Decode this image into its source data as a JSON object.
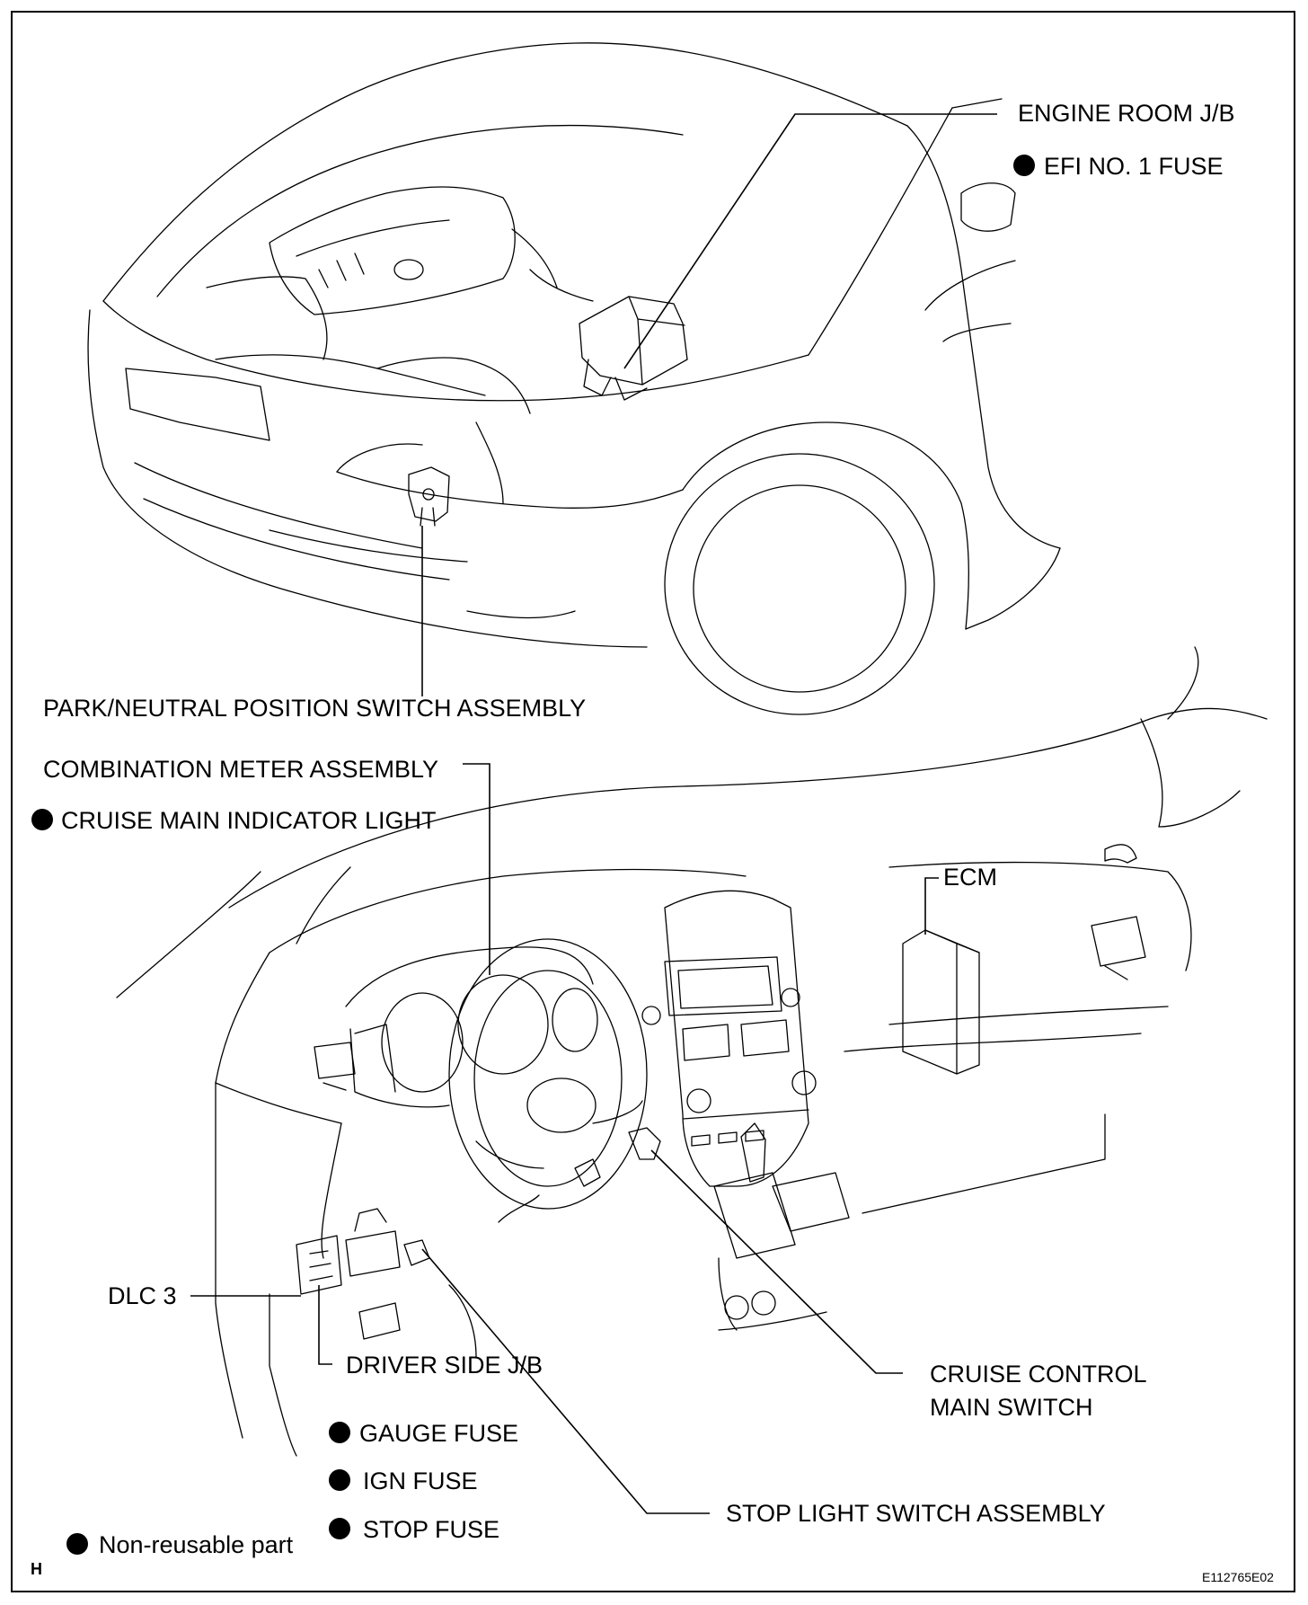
{
  "labels": {
    "engine_room_jb": "ENGINE ROOM J/B",
    "efi_fuse": "EFI NO. 1 FUSE",
    "park_neutral": "PARK/NEUTRAL POSITION SWITCH ASSEMBLY",
    "combination_meter": "COMBINATION METER ASSEMBLY",
    "cruise_indicator": "CRUISE MAIN INDICATOR LIGHT",
    "ecm": "ECM",
    "dlc3": "DLC 3",
    "cruise_switch_line1": "CRUISE CONTROL",
    "cruise_switch_line2": "MAIN SWITCH",
    "driver_side_jb": "DRIVER SIDE J/B",
    "gauge_fuse": "GAUGE FUSE",
    "ign_fuse": "IGN FUSE",
    "stop_fuse": "STOP FUSE",
    "stop_light_switch": "STOP LIGHT SWITCH ASSEMBLY",
    "legend_nonreusable": "Non-reusable part",
    "corner_mark": "H",
    "figure_code": "E112765E02"
  },
  "symbols": {
    "bullet": "filled-circle"
  },
  "colors": {
    "ink": "#000000",
    "paper": "#ffffff"
  }
}
